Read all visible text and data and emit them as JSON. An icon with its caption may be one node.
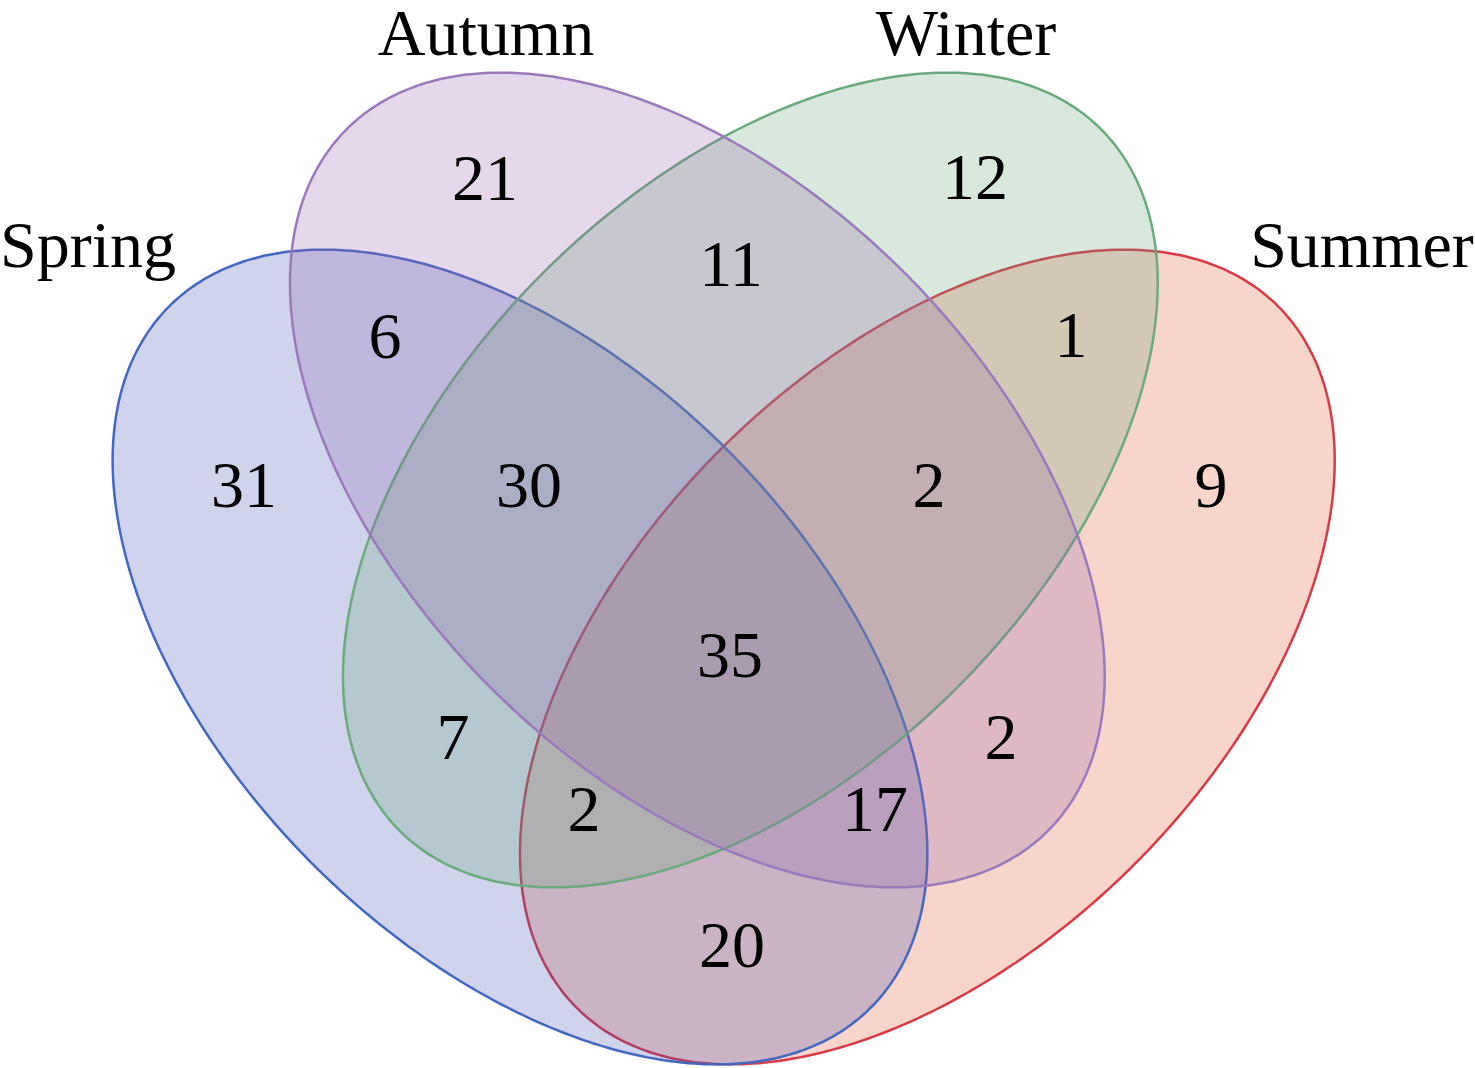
{
  "diagram": {
    "nodes": [
      {
        "text": [
          "Autumn"
        ]
      },
      {
        "text": [
          "Winter"
        ]
      },
      {
        "text": [
          "Spring"
        ]
      },
      {
        "text": [
          "Summer"
        ]
      }
    ],
    "labels": [
      "21",
      "12",
      "11",
      "6",
      "1",
      "31",
      "30",
      "2",
      "9",
      "35",
      "7",
      "2",
      "2",
      "17",
      "20"
    ]
  }
}
